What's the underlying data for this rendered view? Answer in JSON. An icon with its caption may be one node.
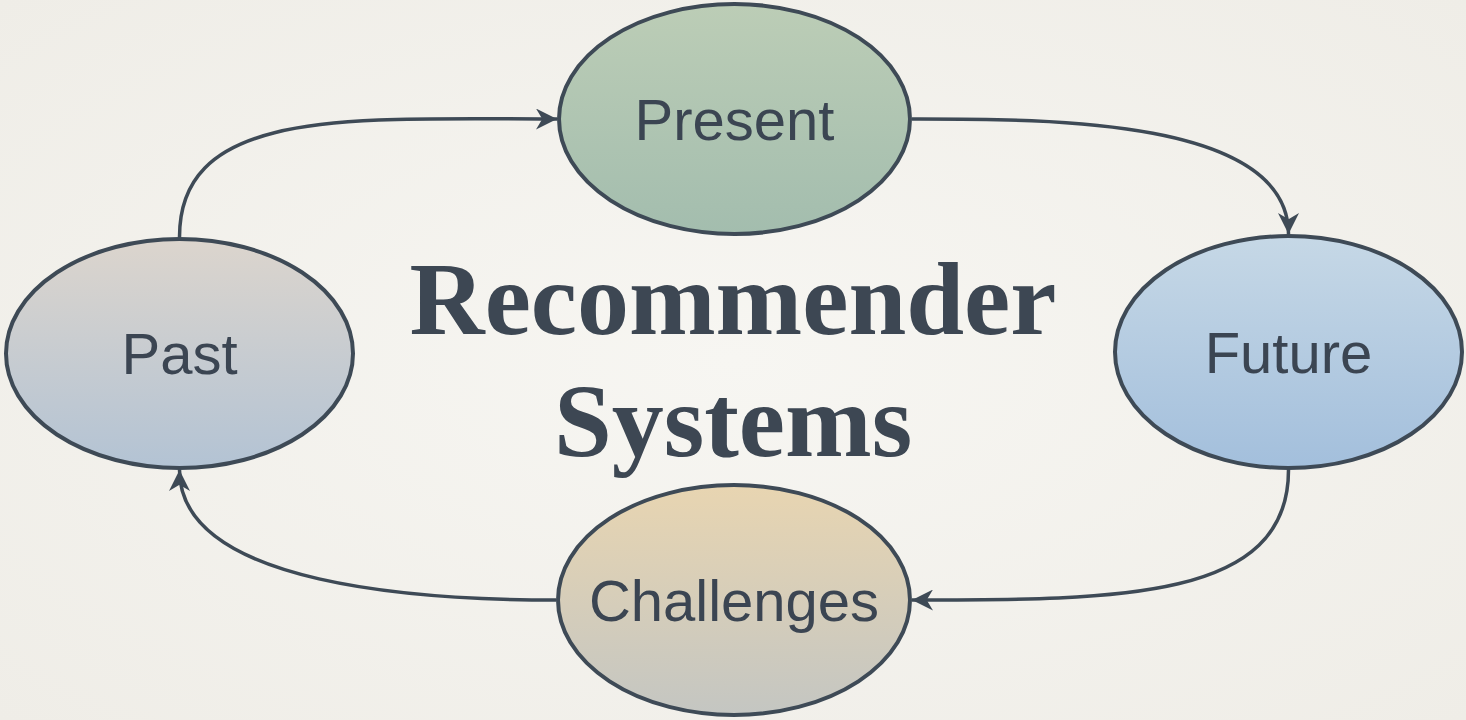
{
  "diagram": {
    "title": "Recommender Systems",
    "nodes": [
      {
        "text": [
          "Present"
        ]
      },
      {
        "text": [
          "Future"
        ]
      },
      {
        "text": [
          "Challenges"
        ]
      },
      {
        "text": [
          "Past"
        ]
      }
    ],
    "edges": [
      {
        "from": 3,
        "to": 0,
        "arrow": "to"
      },
      {
        "from": 0,
        "to": 1,
        "arrow": "to"
      },
      {
        "from": 1,
        "to": 2,
        "arrow": "to"
      },
      {
        "from": 2,
        "to": 3,
        "arrow": "to"
      }
    ]
  }
}
